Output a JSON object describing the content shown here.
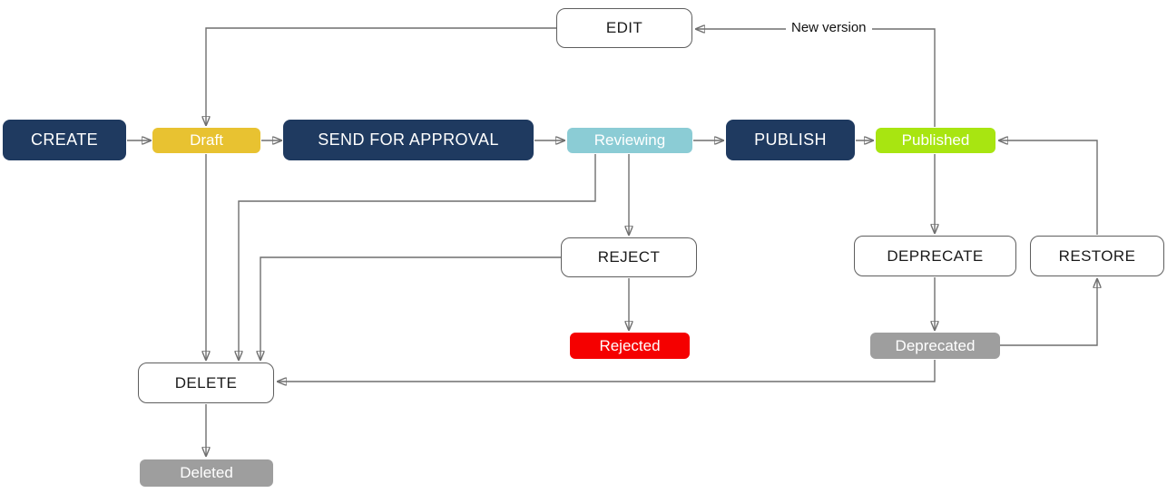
{
  "diagram": {
    "type": "state-flow",
    "line_color": "#6f6f6f",
    "nodes": {
      "create": {
        "label": "CREATE",
        "kind": "action",
        "color": "#1f3a60",
        "text_color": "#ffffff"
      },
      "draft": {
        "label": "Draft",
        "kind": "state",
        "color": "#e8c231",
        "text_color": "#ffffff"
      },
      "send_for_approval": {
        "label": "SEND FOR APPROVAL",
        "kind": "action",
        "color": "#1f3a60",
        "text_color": "#ffffff"
      },
      "reviewing": {
        "label": "Reviewing",
        "kind": "state",
        "color": "#8bccd5",
        "text_color": "#ffffff"
      },
      "publish": {
        "label": "PUBLISH",
        "kind": "action",
        "color": "#1f3a60",
        "text_color": "#ffffff"
      },
      "published": {
        "label": "Published",
        "kind": "state",
        "color": "#a8e511",
        "text_color": "#ffffff"
      },
      "edit": {
        "label": "EDIT",
        "kind": "manual-action",
        "color": "#ffffff",
        "text_color": "#1a1a1a"
      },
      "reject": {
        "label": "REJECT",
        "kind": "manual-action",
        "color": "#ffffff",
        "text_color": "#1a1a1a"
      },
      "deprecate": {
        "label": "DEPRECATE",
        "kind": "manual-action",
        "color": "#ffffff",
        "text_color": "#1a1a1a"
      },
      "restore": {
        "label": "RESTORE",
        "kind": "manual-action",
        "color": "#ffffff",
        "text_color": "#1a1a1a"
      },
      "rejected": {
        "label": "Rejected",
        "kind": "state",
        "color": "#f50000",
        "text_color": "#ffffff"
      },
      "deprecated": {
        "label": "Deprecated",
        "kind": "state",
        "color": "#9e9e9e",
        "text_color": "#ffffff"
      },
      "delete": {
        "label": "DELETE",
        "kind": "manual-action",
        "color": "#ffffff",
        "text_color": "#1a1a1a"
      },
      "deleted": {
        "label": "Deleted",
        "kind": "state",
        "color": "#9e9e9e",
        "text_color": "#ffffff"
      }
    },
    "edge_labels": {
      "new_version": "New version"
    },
    "edges": [
      {
        "from": "create",
        "to": "draft"
      },
      {
        "from": "draft",
        "to": "send_for_approval"
      },
      {
        "from": "send_for_approval",
        "to": "reviewing"
      },
      {
        "from": "reviewing",
        "to": "publish"
      },
      {
        "from": "publish",
        "to": "published"
      },
      {
        "from": "edit",
        "to": "draft"
      },
      {
        "from": "published",
        "to": "edit",
        "label": "New version"
      },
      {
        "from": "published",
        "to": "deprecate"
      },
      {
        "from": "deprecate",
        "to": "deprecated"
      },
      {
        "from": "deprecated",
        "to": "restore"
      },
      {
        "from": "restore",
        "to": "published"
      },
      {
        "from": "reviewing",
        "to": "reject"
      },
      {
        "from": "reject",
        "to": "rejected"
      },
      {
        "from": "draft",
        "to": "delete"
      },
      {
        "from": "reviewing",
        "to": "delete"
      },
      {
        "from": "reject",
        "to": "delete"
      },
      {
        "from": "deprecated",
        "to": "delete"
      },
      {
        "from": "delete",
        "to": "deleted"
      }
    ]
  }
}
